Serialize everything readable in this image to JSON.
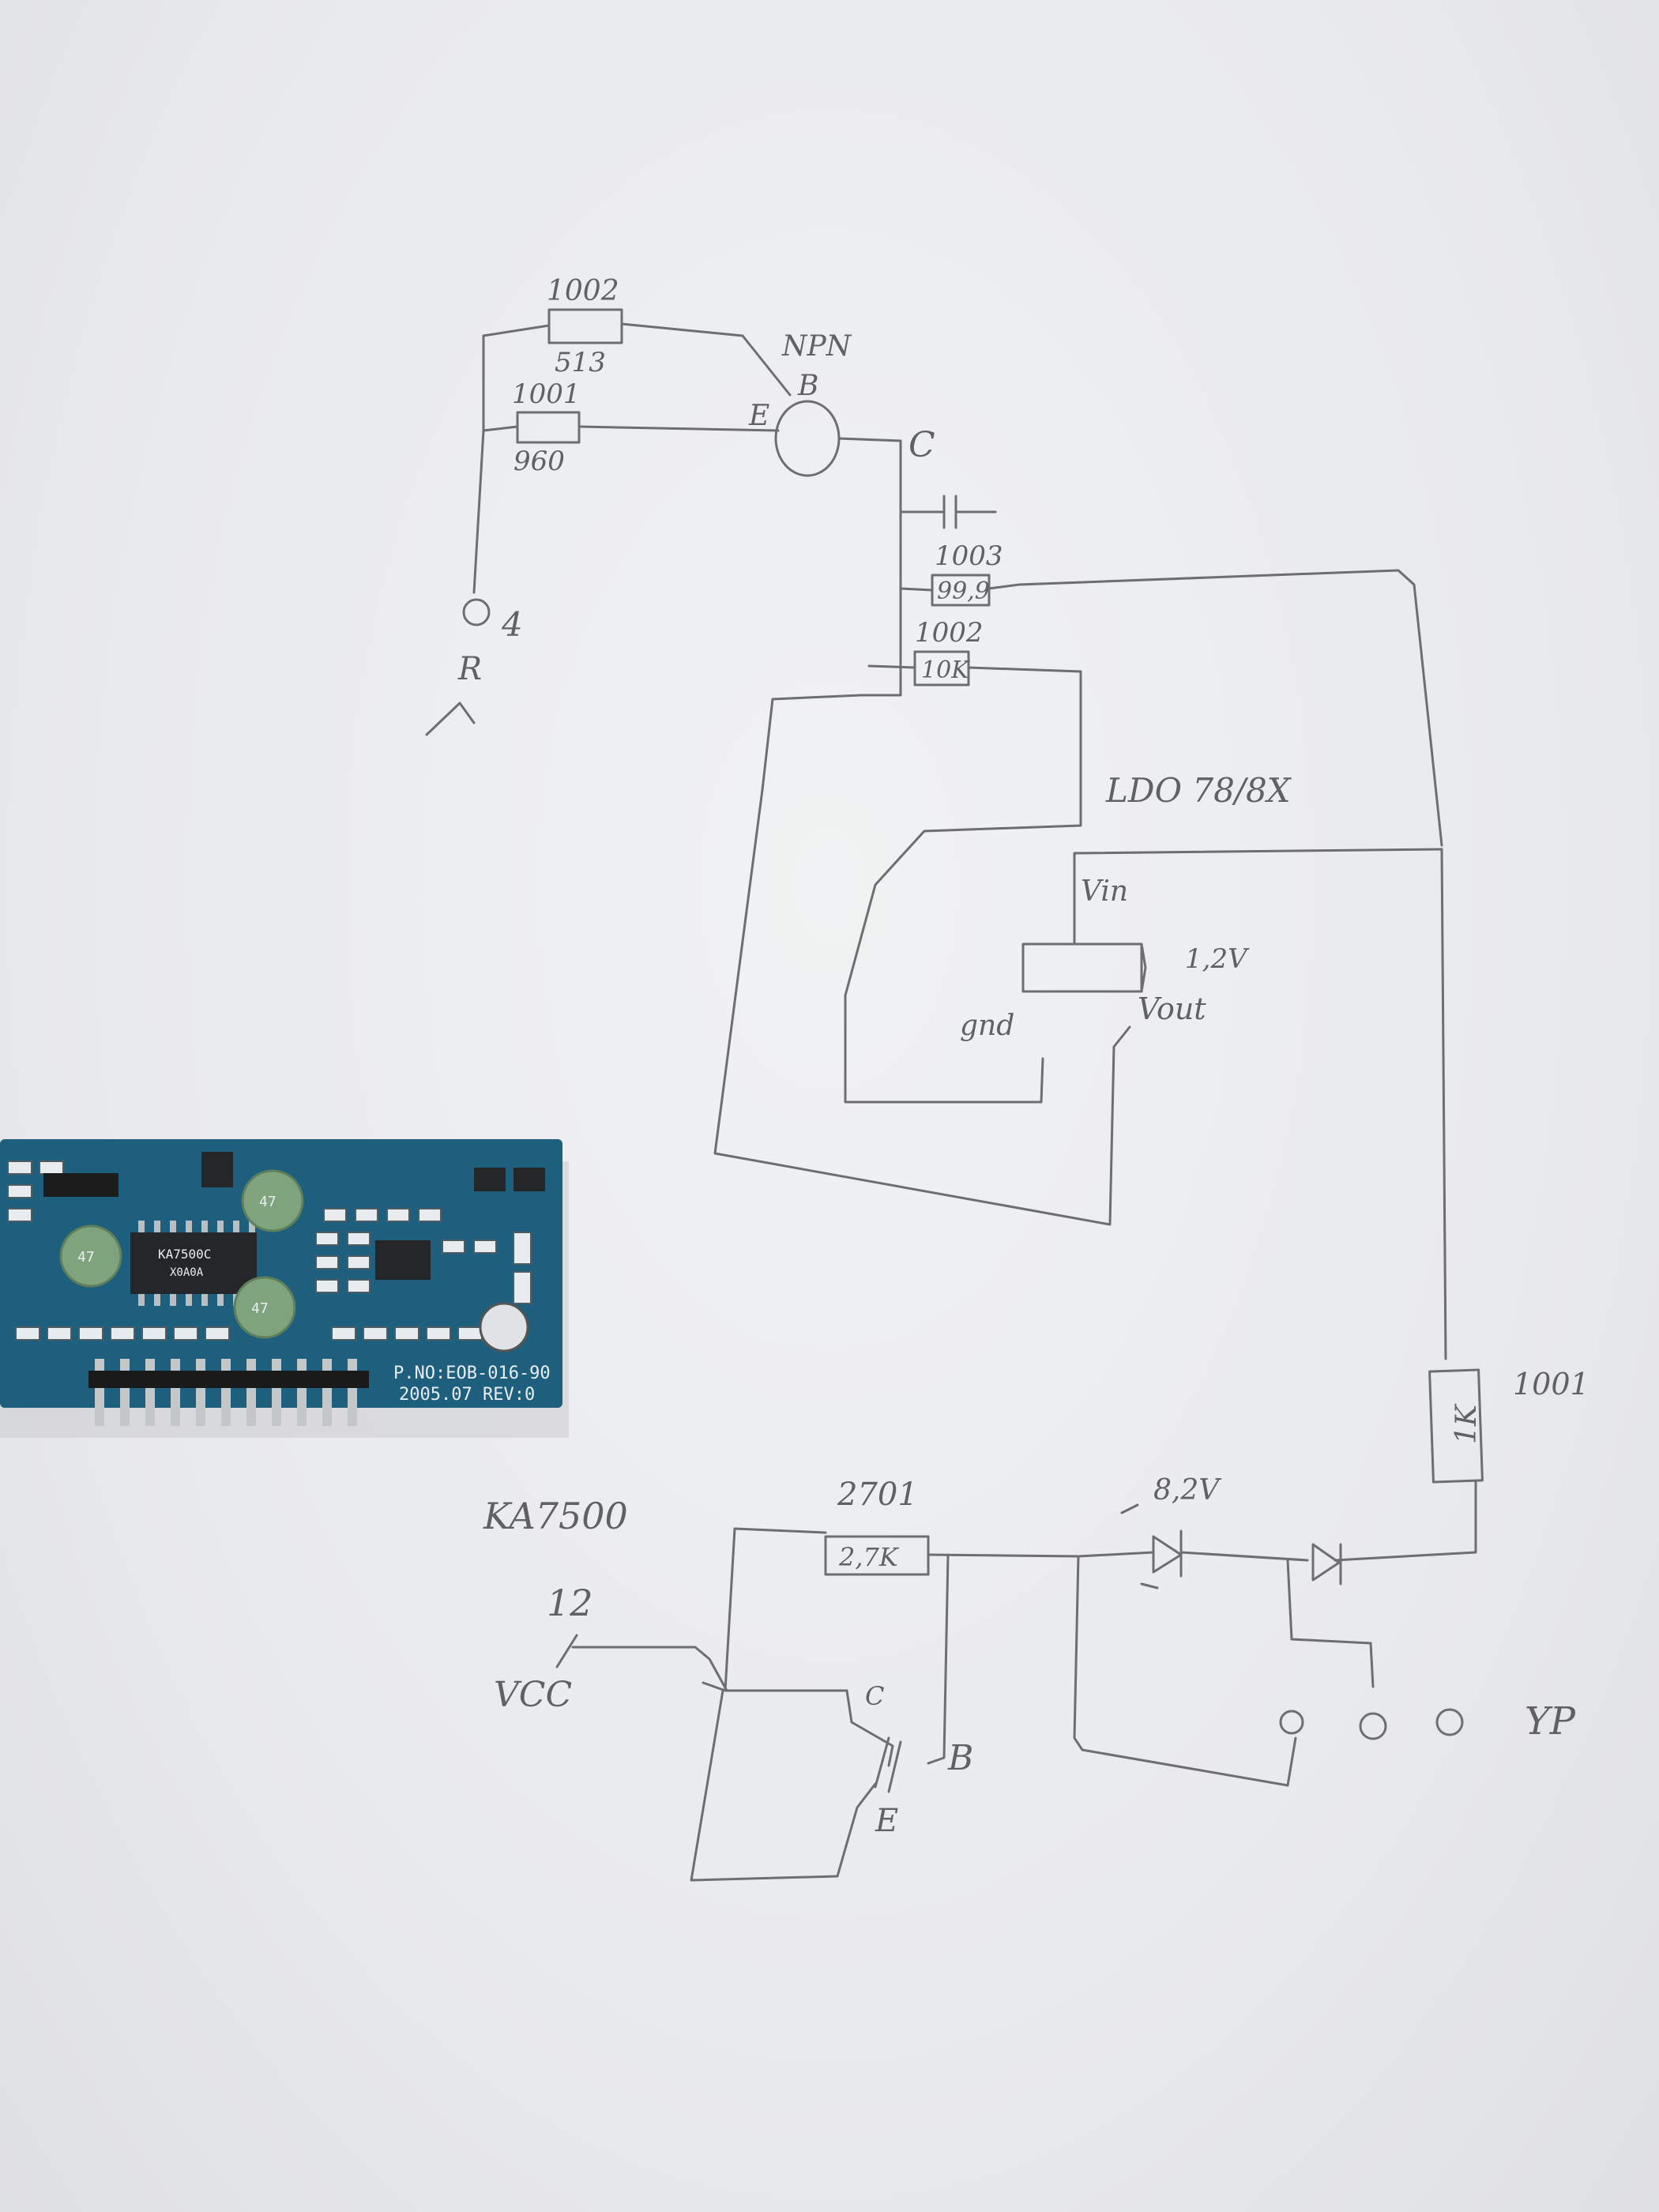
{
  "labels": {
    "r_top_code": "1002",
    "r_top_meas": "513",
    "npn": "NPN",
    "base": "B",
    "r_mid_code": "1001",
    "emitter": "E",
    "r_mid_meas": "960",
    "collector": "C",
    "pin_4": "4",
    "r_label": "R",
    "r3_code": "1003",
    "r3_meas": "99,9",
    "r4_code": "1002",
    "r4_meas": "10K",
    "ldo": "LDO 78/8X",
    "vin": "Vin",
    "v12": "1,2V",
    "gnd": "gnd",
    "vout": "Vout",
    "r5_code": "1001",
    "r5_meas": "1K",
    "ic": "KA7500",
    "r6_code": "2701",
    "r6_meas": "2,7K",
    "zener": "8,2V",
    "pin12": "12",
    "vcc": "VCC",
    "c2": "C",
    "b2": "B",
    "e2": "E",
    "yp": "YP"
  },
  "pcb": {
    "chip": "KA7500C",
    "chip_sub": "X0A0A",
    "part_no": "P.NO:EOB-016-90",
    "date_rev": "2005.07 REV:0",
    "cap_text": "47",
    "colors": {
      "board": "#1f5f7e",
      "cap": "#7fa37c"
    }
  }
}
